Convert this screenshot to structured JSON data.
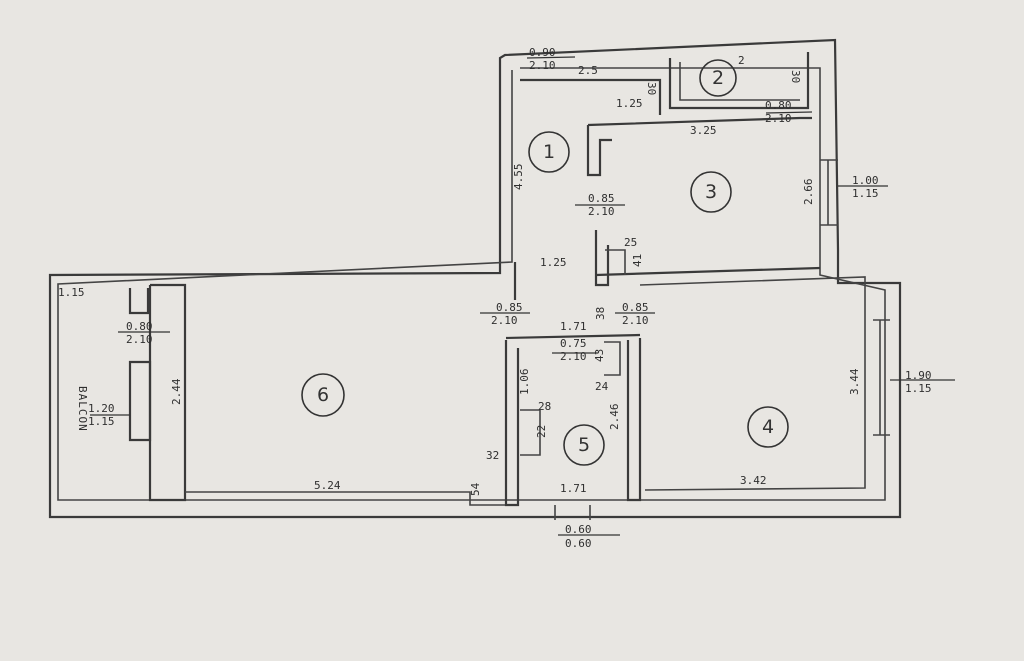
{
  "plan": {
    "rooms": [
      "1",
      "2",
      "3",
      "4",
      "5",
      "6"
    ],
    "balcony_label": "BALCON",
    "dimensions": {
      "d_090_210_a": "0.90",
      "d_090_210_b": "2.10",
      "d_2_5": "2.5",
      "d_30_a": "30",
      "d_2_b": "2",
      "d_30_b": "30",
      "d_1_25_a": "1.25",
      "d_080_210_a": "0.80",
      "d_080_210_b": "2.10",
      "d_3_25": "3.25",
      "d_4_55": "4.55",
      "d_085_210_r1a": "0.85",
      "d_085_210_r1b": "2.10",
      "d_2_66": "2.66",
      "d_100_115_a": "1.00",
      "d_100_115_b": "1.15",
      "d_25": "25",
      "d_41": "41",
      "d_1_25_b": "1.25",
      "d_1_15": "1.15",
      "d_080_210_c": "0.80",
      "d_080_210_d": "2.10",
      "d_085_210_la": "0.85",
      "d_085_210_lb": "2.10",
      "d_38": "38",
      "d_085_210_ra": "0.85",
      "d_085_210_rb": "2.10",
      "d_1_71_a": "1.71",
      "d_075_210_a": "0.75",
      "d_075_210_b": "2.10",
      "d_43": "43",
      "d_24": "24",
      "d_2_44_a": "2.44",
      "d_120_115_a": "1.20",
      "d_120_115_b": "1.15",
      "d_1_06": "1.06",
      "d_28": "28",
      "d_22": "22",
      "d_2_46": "2.46",
      "d_3_44": "3.44",
      "d_190_115_a": "1.90",
      "d_190_115_b": "1.15",
      "d_32": "32",
      "d_5_24": "5.24",
      "d_54": "54",
      "d_1_71_b": "1.71",
      "d_3_42": "3.42",
      "d_060_060_a": "0.60",
      "d_060_060_b": "0.60"
    }
  }
}
